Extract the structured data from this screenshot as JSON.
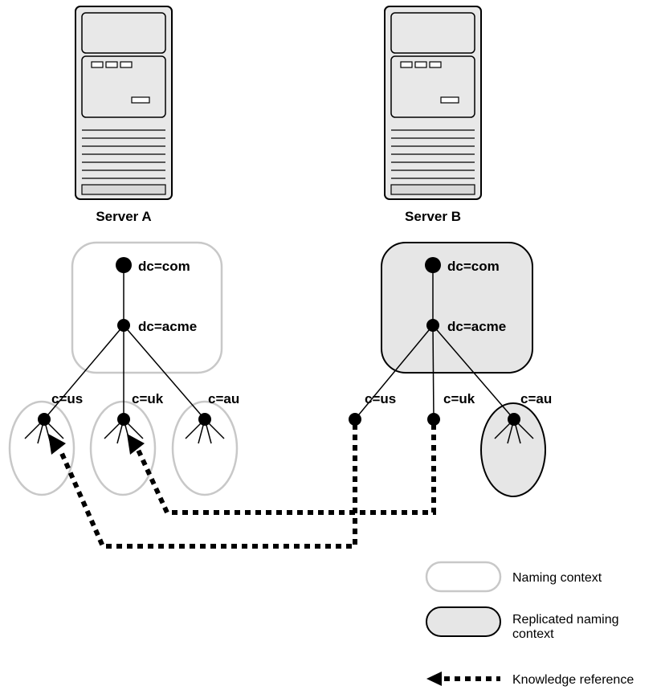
{
  "servers": [
    {
      "label": "Server A"
    },
    {
      "label": "Server B"
    }
  ],
  "tree_a": {
    "root": "dc=com",
    "mid": "dc=acme",
    "children": [
      "c=us",
      "c=uk",
      "c=au"
    ]
  },
  "tree_b": {
    "root": "dc=com",
    "mid": "dc=acme",
    "children": [
      "c=us",
      "c=uk",
      "c=au"
    ]
  },
  "legend": {
    "naming_context": "Naming context",
    "replicated_line1": "Replicated naming",
    "replicated_line2": "context",
    "knowledge_reference": "Knowledge reference"
  },
  "colors": {
    "context_outline": "#c8c8c8",
    "replicated_fill": "#e6e6e6",
    "server_body": "#e8e8e8",
    "line": "#000000"
  }
}
